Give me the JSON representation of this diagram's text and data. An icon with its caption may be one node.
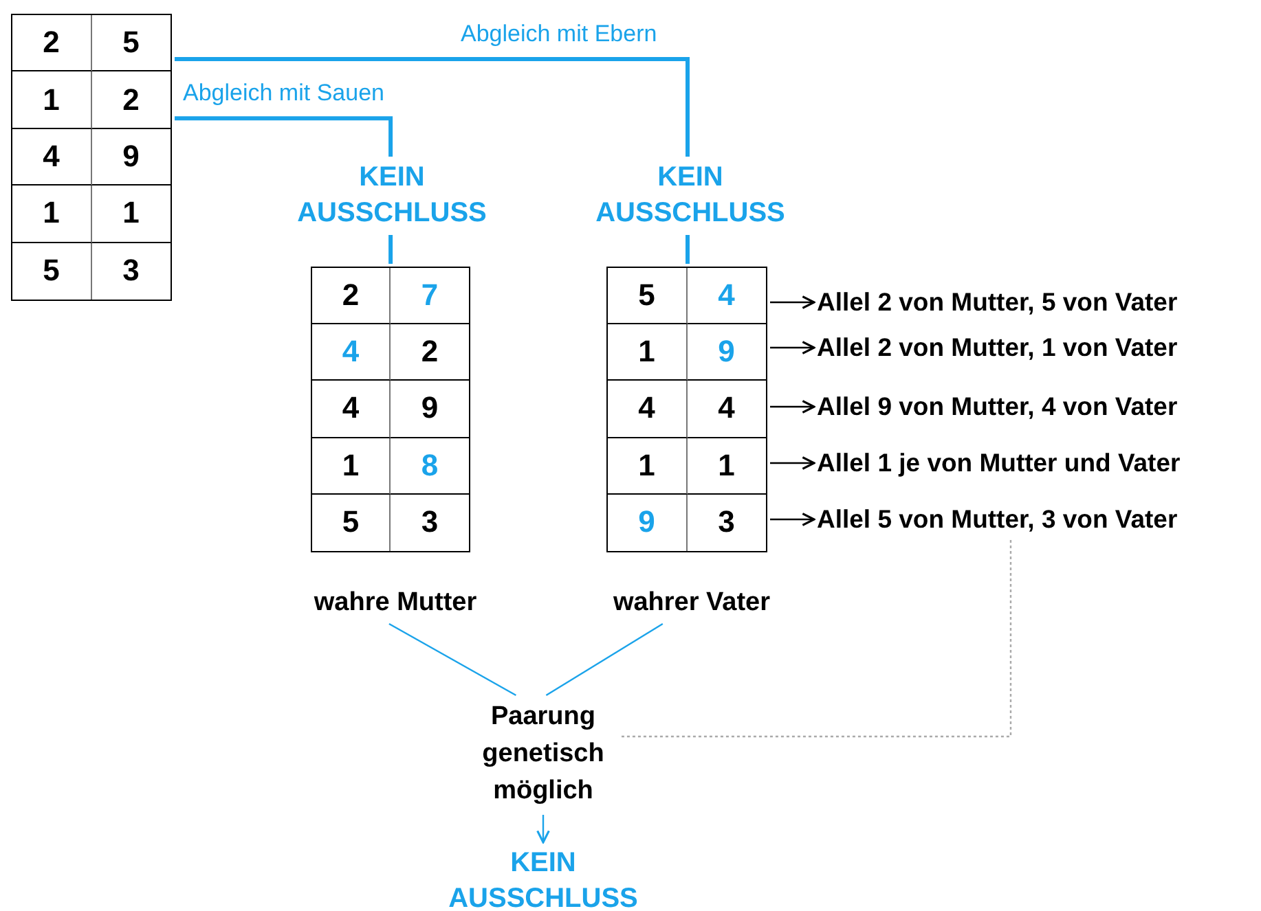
{
  "diagram": {
    "nodes": [
      {
        "text": [
          "2",
          "5",
          "1",
          "2",
          "4",
          "9",
          "1",
          "1",
          "5",
          "3"
        ]
      },
      {
        "text": [
          "KEIN AUSSCHLUSS"
        ]
      },
      {
        "text": [
          "KEIN AUSSCHLUSS"
        ]
      },
      {
        "text": [
          "2",
          "7",
          "4",
          "2",
          "4",
          "9",
          "1",
          "8",
          "5",
          "3"
        ]
      },
      {
        "text": [
          "5",
          "4",
          "1",
          "9",
          "4",
          "4",
          "1",
          "1",
          "9",
          "3"
        ]
      },
      {
        "text": [
          "Allel 2 von Mutter, 5 von Vater"
        ]
      },
      {
        "text": [
          "Allel 2 von Mutter, 1 von Vater"
        ]
      },
      {
        "text": [
          "Allel 9 von Mutter, 4 von Vater"
        ]
      },
      {
        "text": [
          "Allel 1 je von Mutter und Vater"
        ]
      },
      {
        "text": [
          "Allel 5 von Mutter, 3 von Vater"
        ]
      },
      {
        "text": [
          "wahre Mutter"
        ]
      },
      {
        "text": [
          "wahrer Vater"
        ]
      },
      {
        "text": [
          "Paarung genetisch möglich"
        ]
      },
      {
        "text": [
          "KEIN AUSSCHLUSS"
        ]
      }
    ],
    "edges": [
      {
        "from": 0,
        "to": 1,
        "arrow": "none",
        "label": "Abgleich mit Sauen",
        "style": "thick"
      },
      {
        "from": 1,
        "to": 3,
        "arrow": "none",
        "style": "thick"
      },
      {
        "from": 0,
        "to": 2,
        "arrow": "none",
        "label": "Abgleich mit Ebern",
        "style": "thick"
      },
      {
        "from": 2,
        "to": 4,
        "arrow": "none",
        "style": "thick"
      },
      {
        "from": 4,
        "to": 5,
        "arrow": "to",
        "color": "#000000"
      },
      {
        "from": 4,
        "to": 6,
        "arrow": "to",
        "color": "#000000"
      },
      {
        "from": 4,
        "to": 7,
        "arrow": "to",
        "color": "#000000"
      },
      {
        "from": 4,
        "to": 8,
        "arrow": "to",
        "color": "#000000"
      },
      {
        "from": 4,
        "to": 9,
        "arrow": "to",
        "color": "#000000"
      },
      {
        "from": 10,
        "to": 12,
        "arrow": "none"
      },
      {
        "from": 11,
        "to": 12,
        "arrow": "none"
      },
      {
        "from": 12,
        "to": 13,
        "arrow": "to"
      },
      {
        "from": 9,
        "to": 12,
        "arrow": "none",
        "style": "dashed",
        "color": "#aaaaaa"
      }
    ]
  }
}
